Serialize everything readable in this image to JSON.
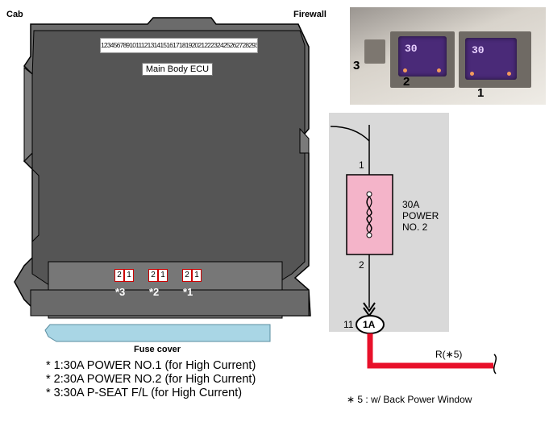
{
  "labels": {
    "cab": "Cab",
    "firewall": "Firewall",
    "ecu_name": "Main Body ECU",
    "pin_strip": "12345678910111213141516171819202122232425262728293031",
    "fuse_cover": "Fuse cover"
  },
  "fuse_slots": [
    {
      "id": "*3",
      "pins": [
        "2",
        "1"
      ]
    },
    {
      "id": "*2",
      "pins": [
        "2",
        "1"
      ]
    },
    {
      "id": "*1",
      "pins": [
        "2",
        "1"
      ]
    }
  ],
  "legend": [
    "* 1:30A POWER NO.1 (for High Current)",
    "* 2:30A POWER NO.2 (for High Current)",
    "* 3:30A P-SEAT F/L (for High Current)"
  ],
  "photo": {
    "fuse_text": "30",
    "numbers": {
      "n3": "3",
      "n2": "2",
      "n1": "1"
    }
  },
  "circuit": {
    "pin_top": "1",
    "pin_bottom": "2",
    "fuse_label_1": "30A",
    "fuse_label_2": "POWER",
    "fuse_label_3": "NO. 2",
    "connector_pin": "11",
    "connector_id": "1A",
    "wire_label": "R(∗5)",
    "footnote": "∗ 5 : w/ Back Power Window"
  },
  "colors": {
    "ecu_body": "#555555",
    "ecu_outline": "#000000",
    "fuse_cover": "#a9d6e5",
    "fuse_symbol_fill": "#f4b4c9",
    "wire_red": "#e8102a",
    "panel_gray": "#d9d9d9"
  },
  "icons": {
    "fuse_symbol": "fuse-icon",
    "connector": "connector-arrow-icon"
  }
}
